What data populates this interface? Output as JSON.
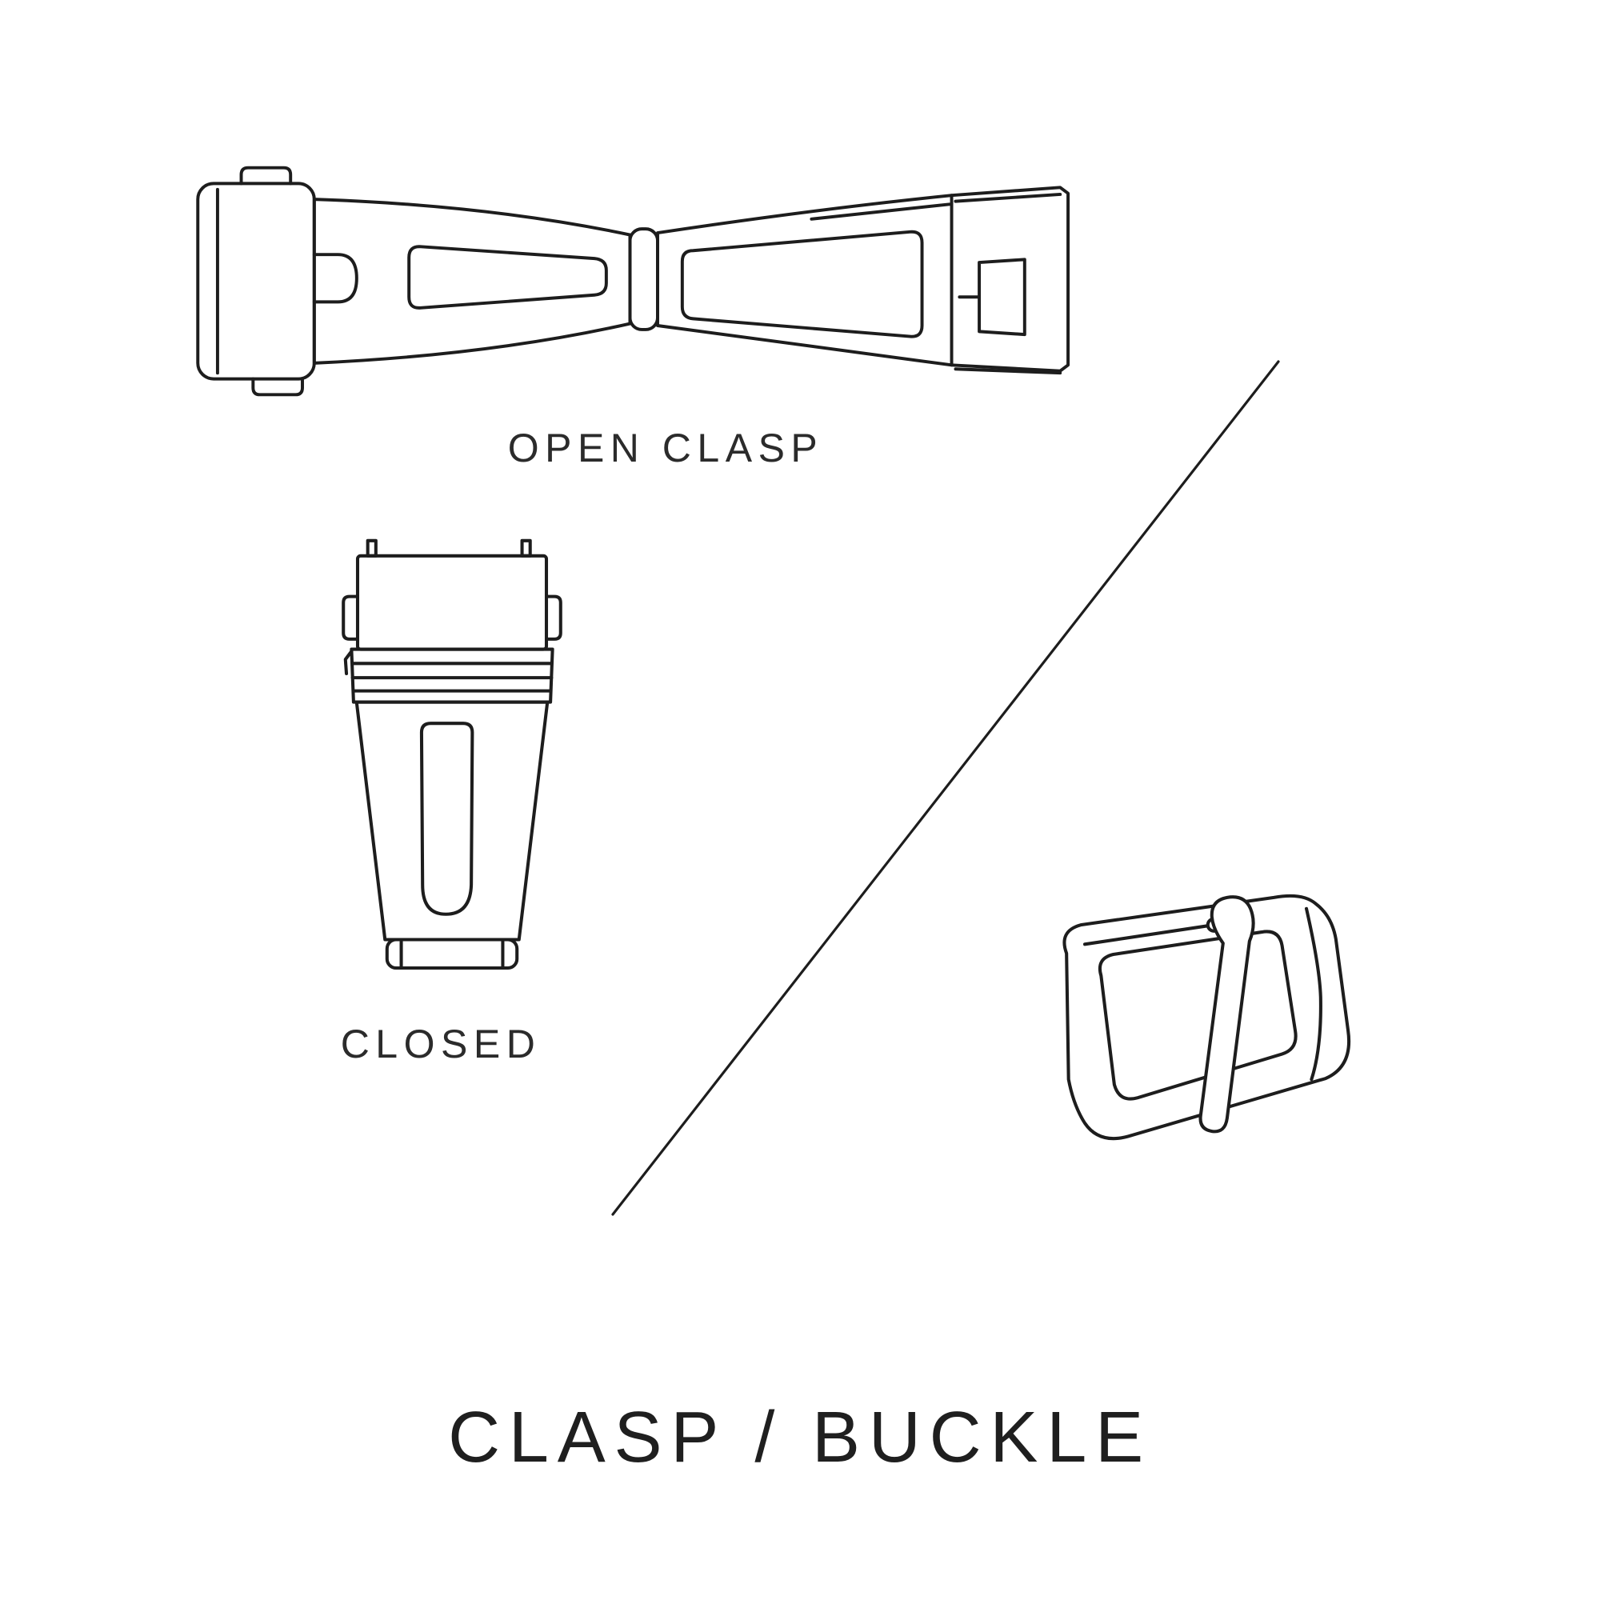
{
  "canvas": {
    "background": "#ffffff",
    "ink": "#1d1d1d",
    "text_color": "#2b2b2b"
  },
  "diagram": {
    "title": "CLASP / BUCKLE",
    "figures": [
      {
        "icon": "open-clasp-illustration",
        "label": "OPEN CLASP"
      },
      {
        "icon": "closed-clasp-illustration",
        "label": "CLOSED"
      },
      {
        "icon": "tang-buckle-illustration",
        "label": ""
      }
    ]
  }
}
